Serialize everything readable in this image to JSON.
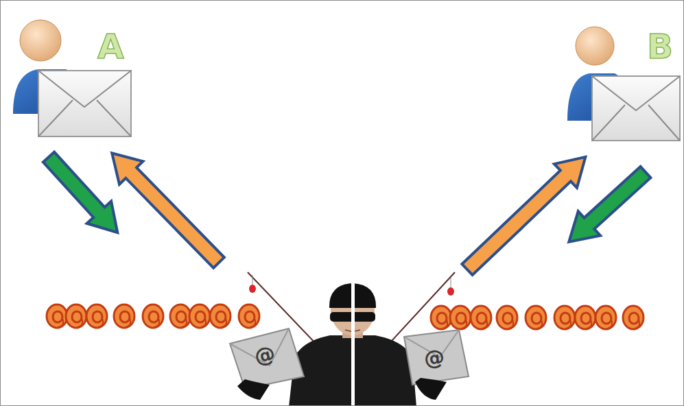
{
  "diagram": {
    "nodes": [
      {
        "text": [
          "A"
        ]
      },
      {
        "text": [
          "B"
        ]
      }
    ],
    "labels": [
      "@",
      "@"
    ]
  }
}
